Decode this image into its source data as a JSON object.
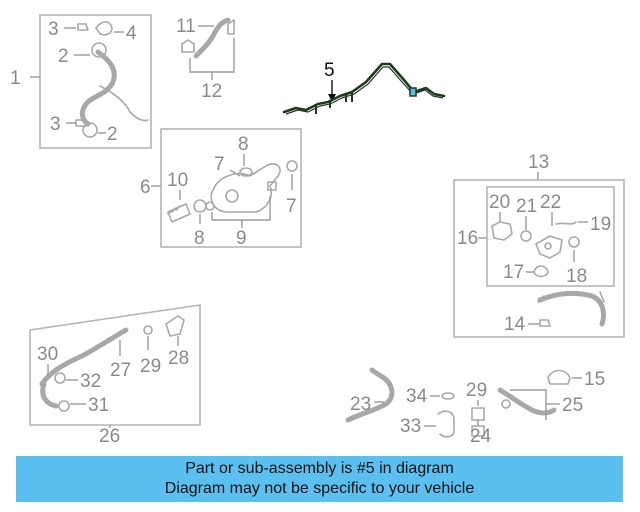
{
  "diagram": {
    "highlight_part": "5",
    "highlight_color": "#1f3a1f",
    "muted_color": "#a8a8a8",
    "callouts": {
      "c1": "1",
      "c2a": "2",
      "c2b": "2",
      "c3a": "3",
      "c3b": "3",
      "c4": "4",
      "c5": "5",
      "c6": "6",
      "c7a": "7",
      "c7b": "7",
      "c8a": "8",
      "c8b": "8",
      "c9": "9",
      "c10": "10",
      "c11": "11",
      "c12": "12",
      "c13": "13",
      "c14": "14",
      "c15": "15",
      "c16": "16",
      "c17": "17",
      "c18": "18",
      "c19": "19",
      "c20": "20",
      "c21": "21",
      "c22": "22",
      "c23": "23",
      "c24": "24",
      "c25": "25",
      "c26": "26",
      "c27": "27",
      "c28": "28",
      "c29a": "29",
      "c29b": "29",
      "c30": "30",
      "c31": "31",
      "c32": "32",
      "c33": "33",
      "c34": "34"
    }
  },
  "footer": {
    "background": "#5bc0f0",
    "line1": "Part or sub-assembly is #5 in diagram",
    "line2": "Diagram may not be specific to your vehicle"
  }
}
